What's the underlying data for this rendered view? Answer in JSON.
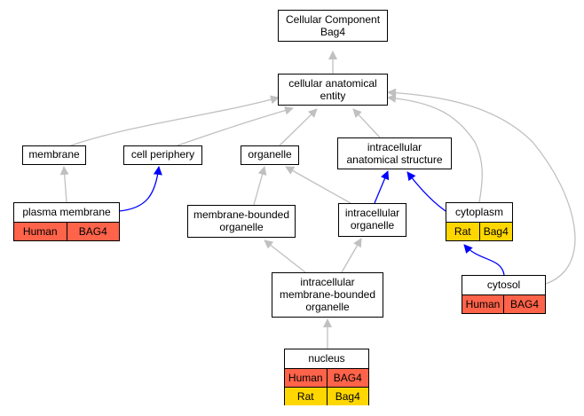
{
  "colors": {
    "human": "#ff634a",
    "rat": "#ffd700",
    "edge_grey": "#c0c0c0",
    "edge_blue": "#0000ff"
  },
  "nodes": {
    "root": {
      "line1": "Cellular Component",
      "line2": "Bag4"
    },
    "cae": {
      "line1": "cellular anatomical",
      "line2": "entity"
    },
    "membrane": {
      "label": "membrane"
    },
    "cell_periphery": {
      "label": "cell periphery"
    },
    "organelle": {
      "label": "organelle"
    },
    "ias": {
      "line1": "intracellular",
      "line2": "anatomical structure"
    },
    "plasma_membrane": {
      "label": "plasma membrane",
      "rows": [
        {
          "species": "Human",
          "gene": "BAG4"
        }
      ]
    },
    "mbo": {
      "line1": "membrane-bounded",
      "line2": "organelle"
    },
    "io": {
      "line1": "intracellular",
      "line2": "organelle"
    },
    "cytoplasm": {
      "label": "cytoplasm",
      "rows": [
        {
          "species": "Rat",
          "gene": "Bag4"
        }
      ]
    },
    "imbo": {
      "line1": "intracellular",
      "line2": "membrane-bounded",
      "line3": "organelle"
    },
    "cytosol": {
      "label": "cytosol",
      "rows": [
        {
          "species": "Human",
          "gene": "BAG4"
        }
      ]
    },
    "nucleus": {
      "label": "nucleus",
      "rows": [
        {
          "species": "Human",
          "gene": "BAG4"
        },
        {
          "species": "Rat",
          "gene": "Bag4"
        }
      ]
    }
  }
}
